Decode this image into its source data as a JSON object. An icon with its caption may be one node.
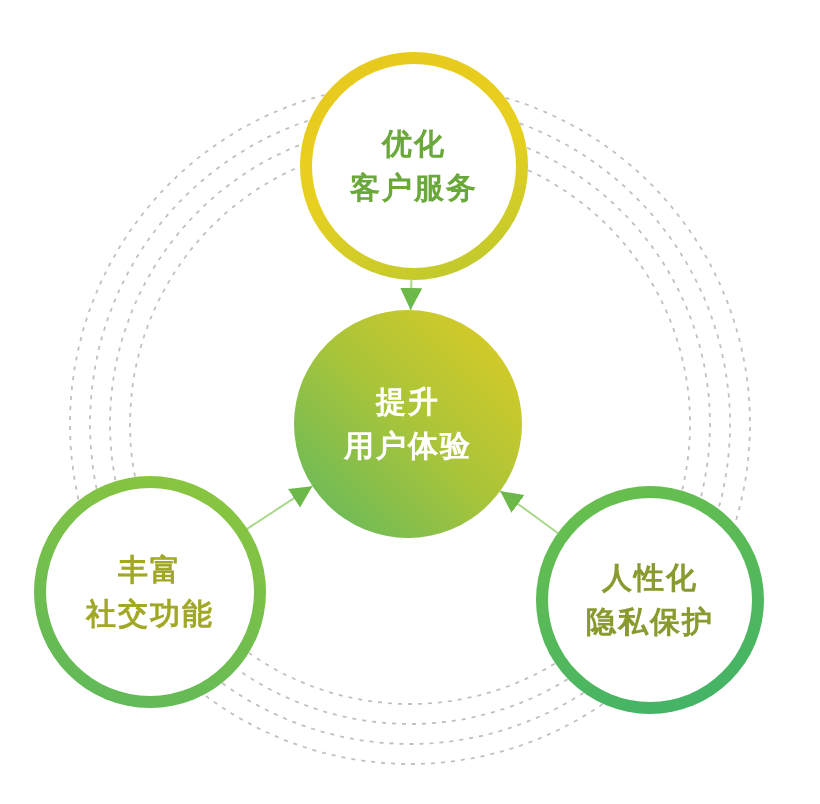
{
  "diagram": {
    "nodes": [
      {
        "text": [
          "优化",
          "客户服务"
        ]
      },
      {
        "text": [
          "提升",
          "用户体验"
        ]
      },
      {
        "text": [
          "丰富",
          "社交功能"
        ]
      },
      {
        "text": [
          "人性化",
          "隐私保护"
        ]
      }
    ],
    "edges": [
      {
        "from": 0,
        "to": 1,
        "arrow": "to"
      },
      {
        "from": 2,
        "to": 1,
        "arrow": "to"
      },
      {
        "from": 3,
        "to": 1,
        "arrow": "to"
      },
      {
        "from": 0,
        "to": 3,
        "arrow": "none",
        "style": "dashed"
      },
      {
        "from": 0,
        "to": 3,
        "arrow": "none",
        "style": "dashed"
      },
      {
        "from": 0,
        "to": 3,
        "arrow": "none",
        "style": "dashed"
      },
      {
        "from": 0,
        "to": 3,
        "arrow": "none",
        "style": "dashed"
      },
      {
        "from": 3,
        "to": 2,
        "arrow": "none",
        "style": "dashed"
      },
      {
        "from": 3,
        "to": 2,
        "arrow": "none",
        "style": "dashed"
      },
      {
        "from": 3,
        "to": 2,
        "arrow": "none",
        "style": "dashed"
      },
      {
        "from": 3,
        "to": 2,
        "arrow": "none",
        "style": "dashed"
      },
      {
        "from": 2,
        "to": 0,
        "arrow": "none",
        "style": "dashed"
      },
      {
        "from": 2,
        "to": 0,
        "arrow": "none",
        "style": "dashed"
      },
      {
        "from": 2,
        "to": 0,
        "arrow": "none",
        "style": "dashed"
      },
      {
        "from": 2,
        "to": 0,
        "arrow": "none",
        "style": "dashed"
      }
    ]
  }
}
